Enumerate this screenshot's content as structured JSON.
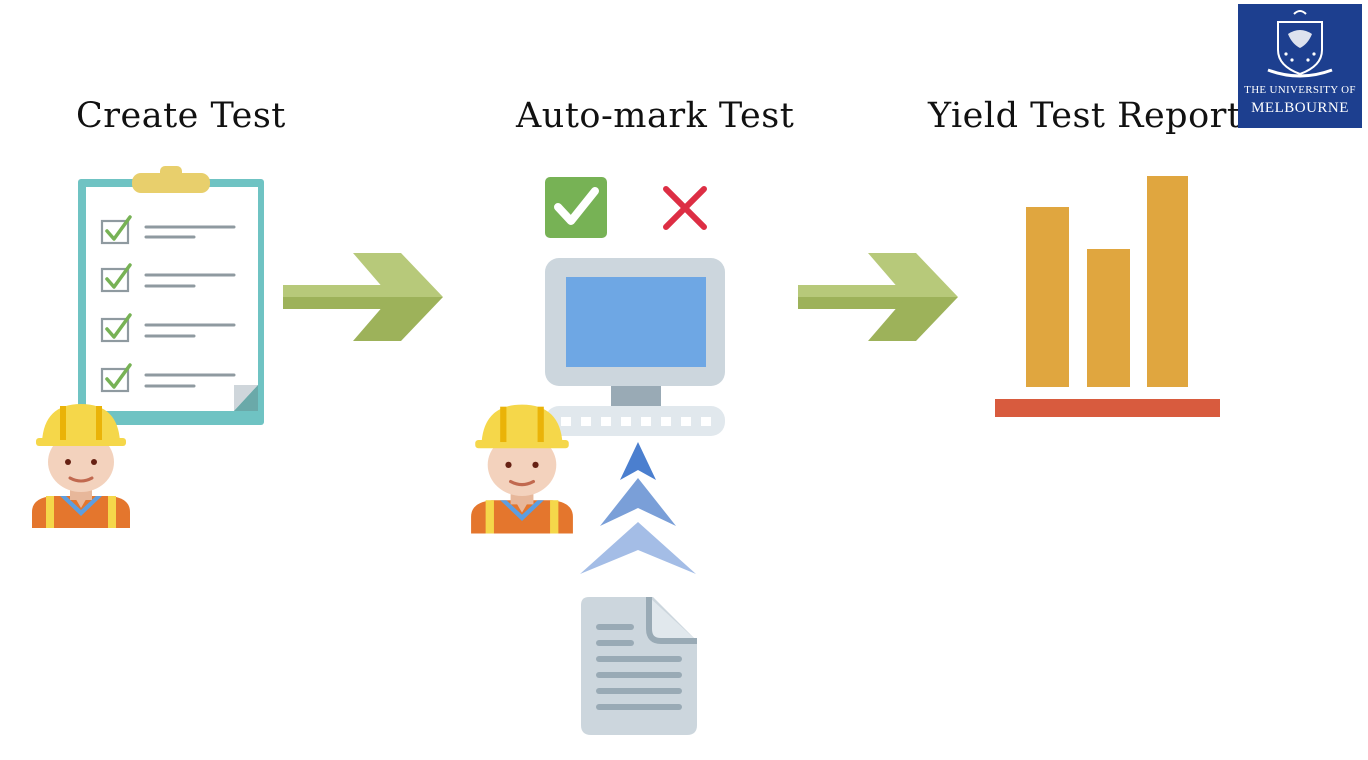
{
  "steps": [
    {
      "label": "Create Test"
    },
    {
      "label": "Auto-mark Test"
    },
    {
      "label": "Yield Test Report"
    }
  ],
  "logo": {
    "line1": "THE UNIVERSITY OF",
    "line2": "MELBOURNE"
  },
  "icons": [
    "clipboard-checklist-icon",
    "worker-icon",
    "arrow-right-icon",
    "checkmark-box-icon",
    "cross-icon",
    "computer-icon",
    "upload-chevrons-icon",
    "document-icon",
    "bar-chart-icon"
  ],
  "colors": {
    "arrow": "#a9bf6a",
    "check_green": "#77b255",
    "cross_red": "#dd2e44",
    "screen_blue": "#6ea7e4",
    "bar_orange": "#e0a63f",
    "baseline_red": "#d85b3e",
    "logo_blue": "#1d3f8f"
  }
}
